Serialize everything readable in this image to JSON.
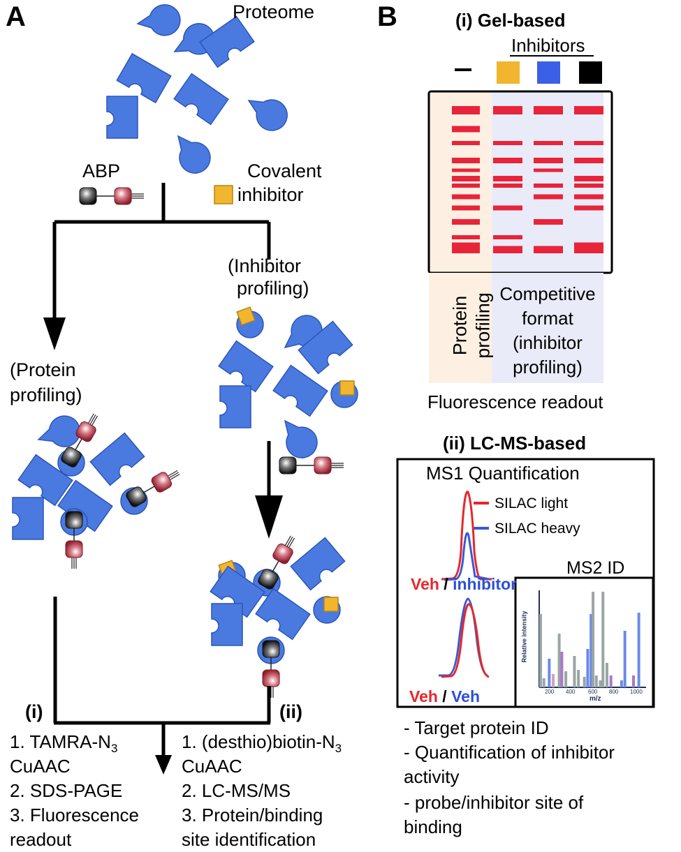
{
  "panels": {
    "a": "A",
    "b": "B"
  },
  "colors": {
    "protein": "#4a7ae0",
    "protein_stroke": "#2a55b8",
    "inhibitor": "#f2b52e",
    "inhibitor_blue": "#3b5fe6",
    "inhibitor_black": "#000000",
    "gel_band": "#e8243a",
    "lane_profiling_bg": "#fdf0e2",
    "lane_competitive_bg": "#e9ebf8",
    "silac_light": "#e8262a",
    "silac_heavy": "#3b57d6",
    "veh_red": "#e8262a",
    "inhibitor_text_blue": "#2b4fd8"
  },
  "left": {
    "proteome": "Proteome",
    "abp": "ABP",
    "covalent_inhibitor": [
      "Covalent",
      "inhibitor"
    ],
    "inhibitor_profiling": [
      "(Inhibitor",
      "profiling)"
    ],
    "protein_profiling": [
      "(Protein",
      "profiling)"
    ],
    "branch_i": "(i)",
    "branch_ii": "(ii)",
    "steps_i": [
      {
        "num": "1.",
        "text": "TAMRA-N",
        "sub": "3"
      },
      {
        "num": "",
        "text": "CuAAC",
        "sub": ""
      },
      {
        "num": "2.",
        "text": "SDS-PAGE",
        "sub": ""
      },
      {
        "num": "3.",
        "text": "Fluorescence",
        "sub": ""
      },
      {
        "num": "",
        "text": "readout",
        "sub": ""
      }
    ],
    "steps_ii": [
      {
        "num": "1.",
        "text": "(desthio)biotin-N",
        "sub": "3"
      },
      {
        "num": "",
        "text": "CuAAC",
        "sub": ""
      },
      {
        "num": "2.",
        "text": "LC-MS/MS",
        "sub": ""
      },
      {
        "num": "3.",
        "text": "Protein/binding",
        "sub": ""
      },
      {
        "num": "",
        "text": "site identification",
        "sub": ""
      }
    ]
  },
  "gel": {
    "title": "(i) Gel-based",
    "inhibitors_label": "Inhibitors",
    "lane_vehicle_symbol": "–",
    "profiling_label": [
      "Protein",
      "profiling"
    ],
    "competitive_label": [
      "Competitive",
      "format",
      "(inhibitor",
      "profiling)"
    ],
    "readout": "Fluorescence readout",
    "lanes": [
      {
        "name": "vehicle",
        "bands": [
          0,
          1,
          2,
          3,
          4,
          5,
          6,
          7,
          8,
          9,
          10,
          11,
          12,
          13
        ]
      },
      {
        "name": "orange",
        "bands": [
          0,
          2,
          3,
          5,
          6,
          8,
          10,
          12,
          13
        ]
      },
      {
        "name": "blue",
        "bands": [
          0,
          2,
          3,
          4,
          6,
          7,
          9,
          12,
          13
        ]
      },
      {
        "name": "black",
        "bands": [
          0,
          2,
          3,
          5,
          6,
          7,
          8,
          11,
          12,
          13
        ]
      }
    ]
  },
  "lcms": {
    "title": "(ii) LC-MS-based",
    "ms1_title": "MS1 Quantification",
    "legend": [
      "SILAC light",
      "SILAC heavy"
    ],
    "ratio1": {
      "num": "Veh",
      "sep": " / ",
      "den": "inhibitor"
    },
    "ratio2": {
      "num": "Veh",
      "sep": " / ",
      "den": "Veh"
    },
    "ms2_title": "MS2 ID",
    "ms2_ylabel": "Relative intensity",
    "ms2_xlabel": "m/z",
    "ms2_ticks": [
      "200",
      "400",
      "600",
      "800",
      "1000"
    ],
    "outcomes": [
      [
        "- Target protein ID"
      ],
      [
        "- Quantification of inhibitor",
        "activity"
      ],
      [
        "- probe/inhibitor site of",
        "binding"
      ]
    ]
  }
}
